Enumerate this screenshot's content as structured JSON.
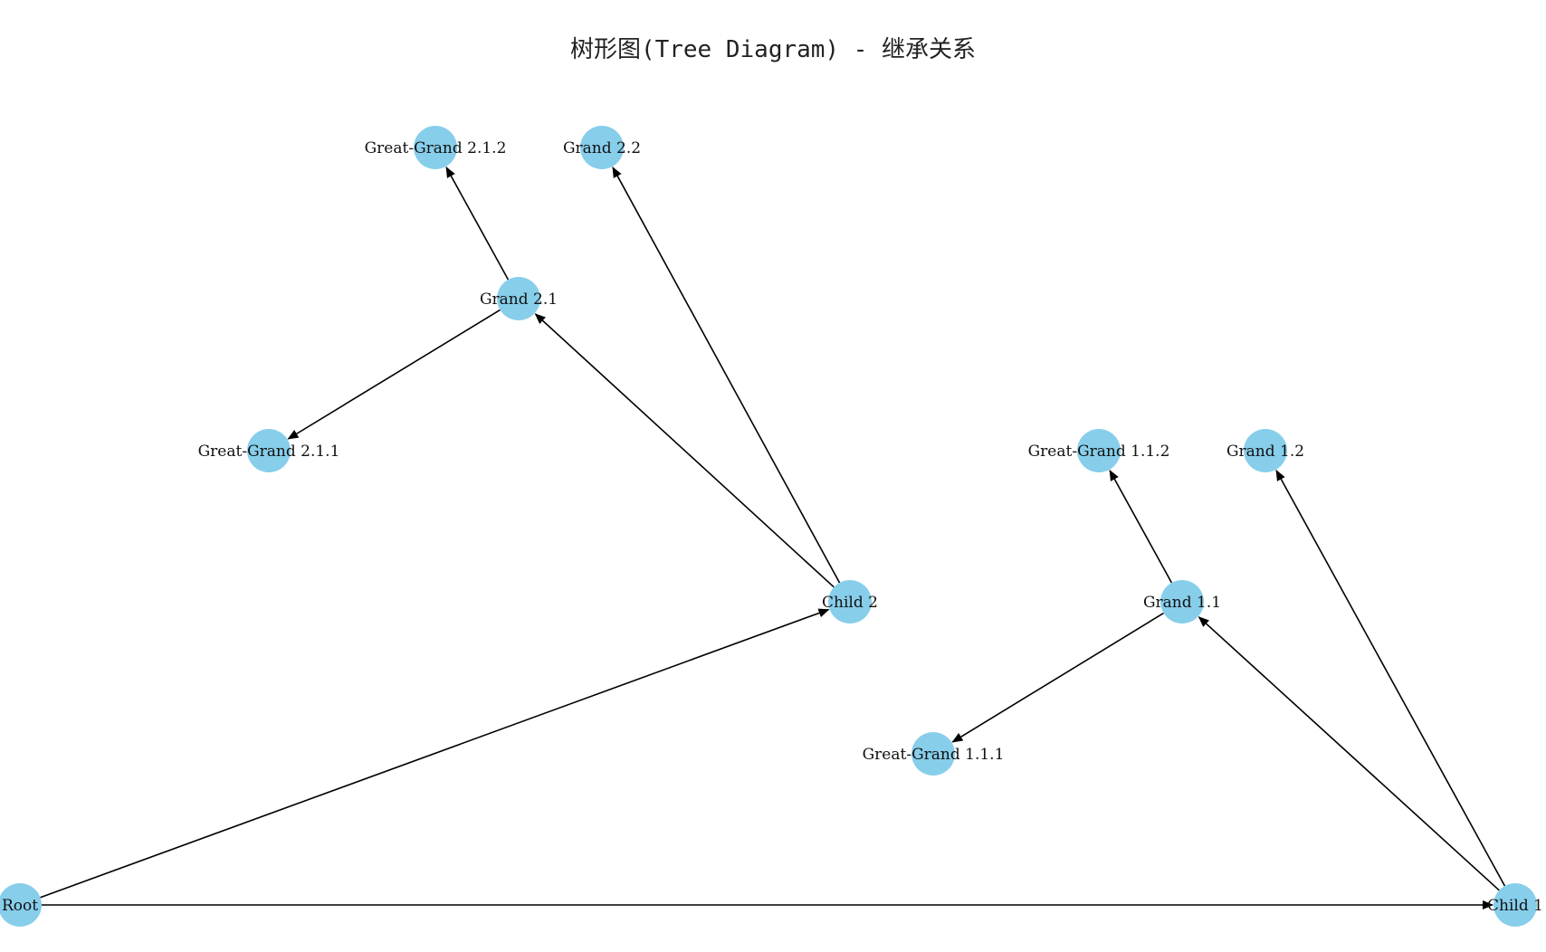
{
  "title": "树形图(Tree Diagram) - 继承关系",
  "style": {
    "node_color": "#87CEEB",
    "edge_color": "#000000",
    "label_color": "#111111"
  },
  "nodes": [
    {
      "id": "root",
      "label": "Root"
    },
    {
      "id": "child1",
      "label": "Child 1"
    },
    {
      "id": "child2",
      "label": "Child 2"
    },
    {
      "id": "g11",
      "label": "Grand 1.1"
    },
    {
      "id": "g12",
      "label": "Grand 1.2"
    },
    {
      "id": "g21",
      "label": "Grand 2.1"
    },
    {
      "id": "g22",
      "label": "Grand 2.2"
    },
    {
      "id": "gg111",
      "label": "Great-Grand 1.1.1"
    },
    {
      "id": "gg112",
      "label": "Great-Grand 1.1.2"
    },
    {
      "id": "gg211",
      "label": "Great-Grand 2.1.1"
    },
    {
      "id": "gg212",
      "label": "Great-Grand 2.1.2"
    }
  ],
  "edges": [
    {
      "from": "root",
      "to": "child1"
    },
    {
      "from": "root",
      "to": "child2"
    },
    {
      "from": "child1",
      "to": "g11"
    },
    {
      "from": "child1",
      "to": "g12"
    },
    {
      "from": "child2",
      "to": "g21"
    },
    {
      "from": "child2",
      "to": "g22"
    },
    {
      "from": "g11",
      "to": "gg111"
    },
    {
      "from": "g11",
      "to": "gg112"
    },
    {
      "from": "g21",
      "to": "gg211"
    },
    {
      "from": "g21",
      "to": "gg212"
    }
  ]
}
